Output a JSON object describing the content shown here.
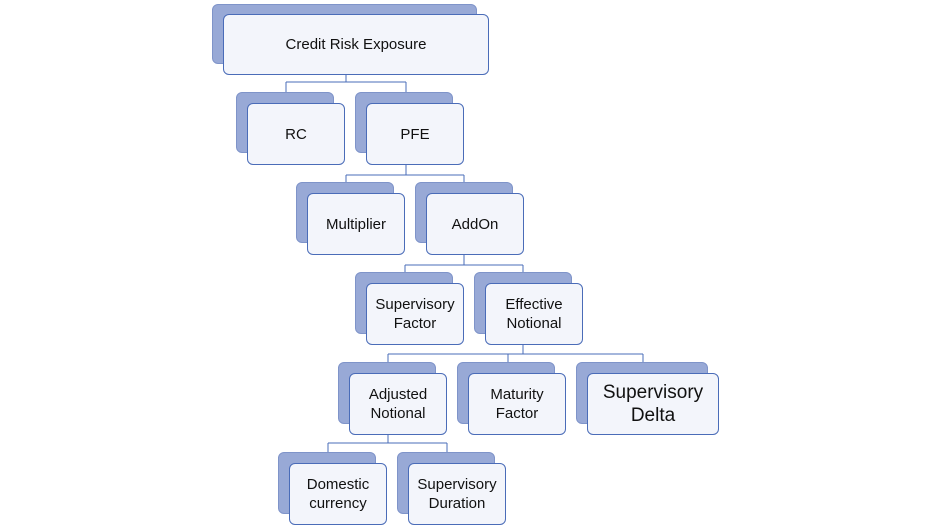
{
  "nodes": {
    "credit_risk_exposure": "Credit Risk Exposure",
    "rc": "RC",
    "pfe": "PFE",
    "multiplier": "Multiplier",
    "addon": "AddOn",
    "supervisory_factor": "Supervisory\nFactor",
    "effective_notional": "Effective\nNotional",
    "adjusted_notional": "Adjusted\nNotional",
    "maturity_factor": "Maturity\nFactor",
    "supervisory_delta": "Supervisory\nDelta",
    "domestic_currency": "Domestic\ncurrency",
    "supervisory_duration": "Supervisory\nDuration"
  },
  "colors": {
    "box_fill": "#f3f5fb",
    "box_border": "#4a6cb8",
    "shadow_fill": "#98a9d6",
    "connector": "#4a6cb8"
  }
}
